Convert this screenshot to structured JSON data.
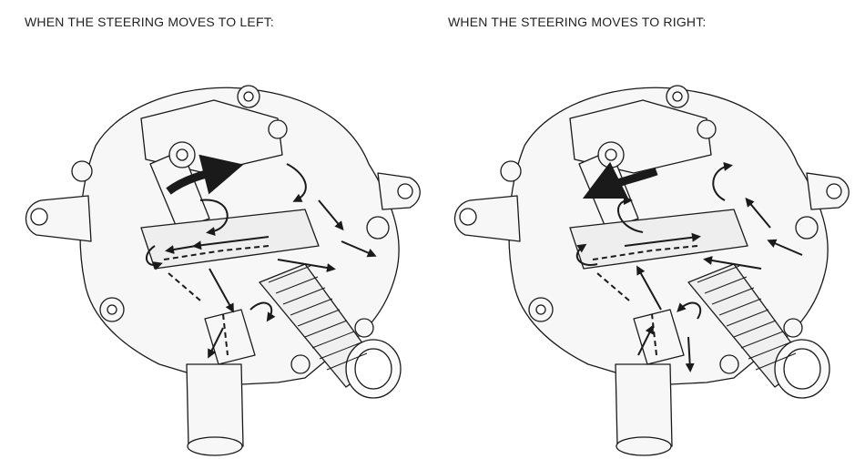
{
  "captions": {
    "left": "WHEN THE STEERING MOVES TO LEFT:",
    "right": "WHEN THE STEERING MOVES TO RIGHT:"
  },
  "diagrams": [
    {
      "id": "left",
      "rotation_direction": "clockwise"
    },
    {
      "id": "right",
      "rotation_direction": "counter-clockwise"
    }
  ],
  "colors": {
    "line": "#1a1a1a",
    "fill": "#f7f7f7",
    "background": "#ffffff"
  }
}
